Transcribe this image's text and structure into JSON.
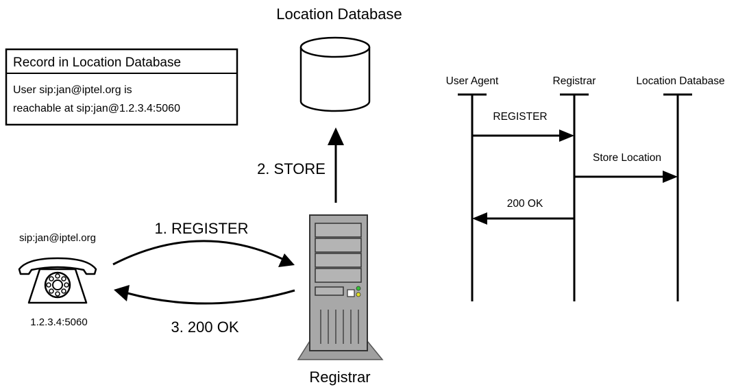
{
  "location_db": {
    "title": "Location Database"
  },
  "record_box": {
    "title": "Record in Location Database",
    "line1": "User sip:jan@iptel.org is",
    "line2": "reachable at sip:jan@1.2.3.4:5060"
  },
  "phone": {
    "uri": "sip:jan@iptel.org",
    "address": "1.2.3.4:5060"
  },
  "registrar": {
    "label": "Registrar"
  },
  "flow": {
    "step1": "1. REGISTER",
    "step2": "2. STORE",
    "step3": "3. 200 OK"
  },
  "sequence": {
    "participants": [
      "User Agent",
      "Registrar",
      "Location Database"
    ],
    "messages": [
      "REGISTER",
      "Store Location",
      "200 OK"
    ]
  }
}
